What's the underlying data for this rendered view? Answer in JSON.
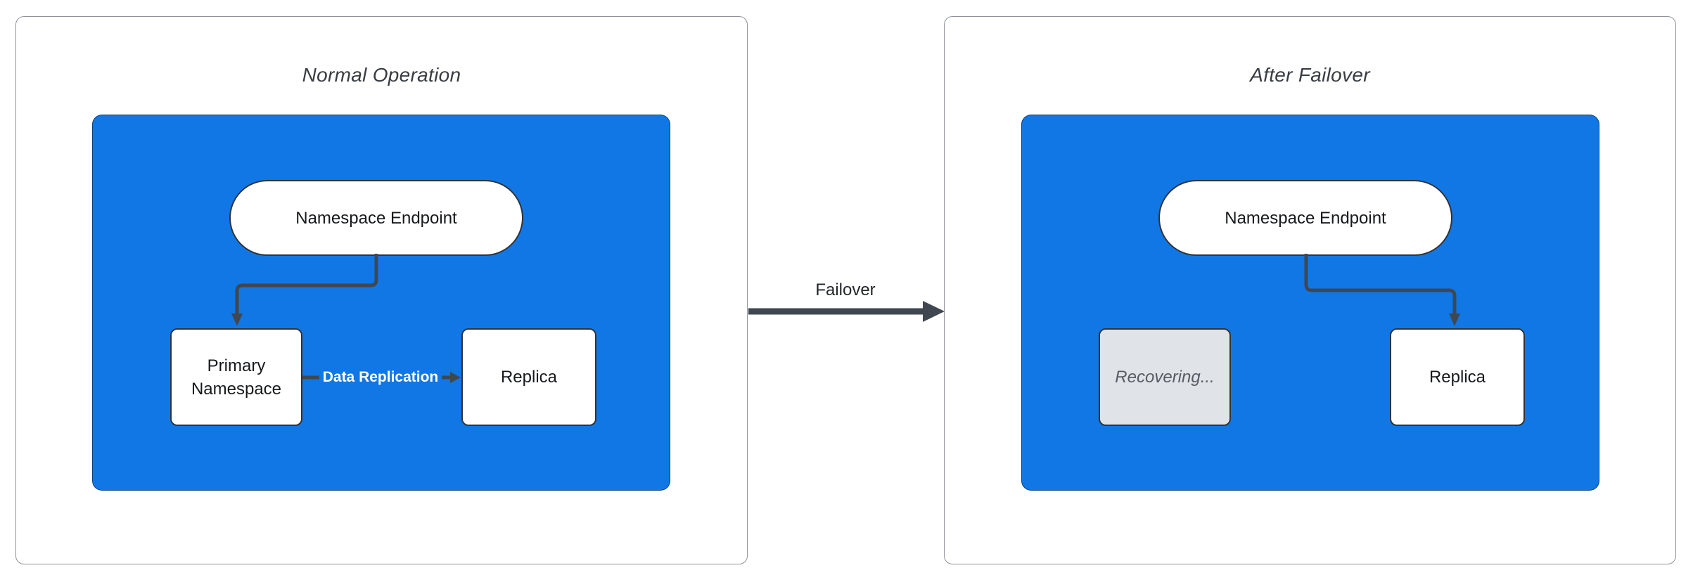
{
  "diagram": {
    "panels": [
      {
        "title": "Normal Operation",
        "nodes": {
          "endpoint": "Namespace Endpoint",
          "primary": "Primary Namespace",
          "replica": "Replica"
        },
        "edge_label": "Data Replication"
      },
      {
        "title": "After Failover",
        "nodes": {
          "endpoint": "Namespace Endpoint",
          "recovering": "Recovering...",
          "replica": "Replica"
        }
      }
    ],
    "failover_label": "Failover",
    "colors": {
      "container_blue": "#1177e5",
      "node_border": "#2f343a",
      "arrow": "#404750",
      "recovering_fill": "#e0e3e7",
      "recovering_text": "#565c64",
      "edge_label_text": "#ffffff",
      "panel_border": "#8f9399",
      "title_text": "#393d43"
    }
  }
}
